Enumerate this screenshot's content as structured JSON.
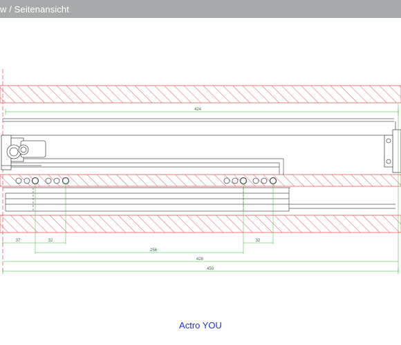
{
  "header": {
    "title": "w / Seitenansicht"
  },
  "product": {
    "name": "Actro YOU"
  },
  "colors": {
    "header_bg": "#a7aaab",
    "hatch": "#e05a5a",
    "dimension": "#2fb82f",
    "outline": "#505050",
    "label": "#1f33c8"
  },
  "dimensions": {
    "top_length": "424",
    "left_offset": "37",
    "hole_spacing_left": "32",
    "hole_spacing_right": "32",
    "hole_distance": "256",
    "inner_length": "428",
    "overall_length": "450"
  }
}
